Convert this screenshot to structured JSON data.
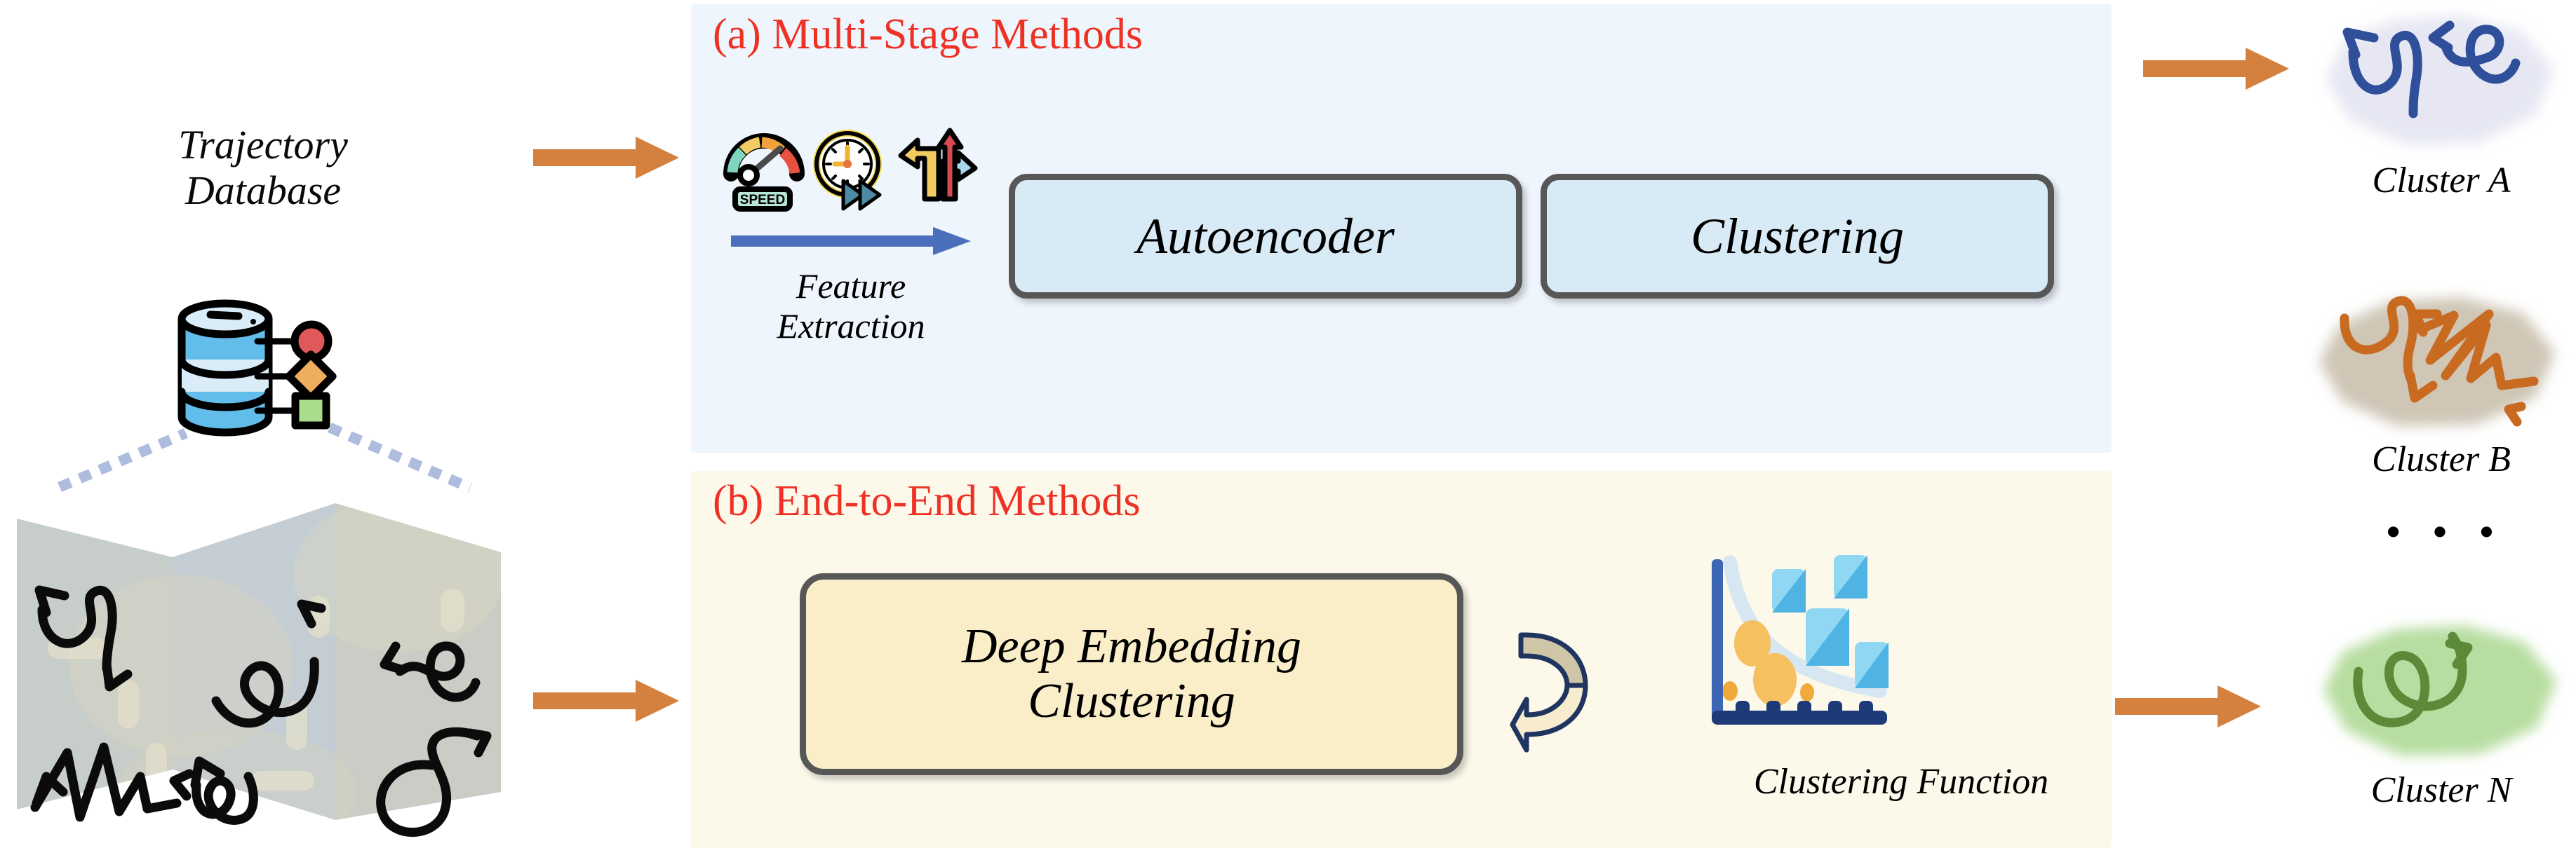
{
  "figure": {
    "type": "pipeline-diagram",
    "description": "Comparison of multi-stage and end-to-end deep trajectory clustering methods"
  },
  "input": {
    "label_line1": "Trajectory",
    "label_line2": "Database",
    "database_icon": "database-cylinder-icon",
    "database_markers": [
      "red-circle",
      "orange-diamond",
      "green-square"
    ],
    "map_icon": "folded-map-icon",
    "map_trajectory_count": 6,
    "connector": "dotted-connector"
  },
  "panels": [
    {
      "id": "a",
      "title": "(a) Multi-Stage Methods",
      "background": "#eef5fc",
      "icons": [
        "speedometer-icon",
        "clock-fastforward-icon",
        "direction-arrows-icon"
      ],
      "speed_badge": "SPEED",
      "feature_arrow": "feature-extraction-arrow",
      "feature_label_line1": "Feature",
      "feature_label_line2": "Extraction",
      "stages": [
        {
          "label": "Autoencoder",
          "fill": "#d7eaf6"
        },
        {
          "label": "Clustering",
          "fill": "#d7eaf6"
        }
      ]
    },
    {
      "id": "b",
      "title": "(b)  End-to-End Methods",
      "background": "#fcf8ea",
      "stage_line1": "Deep Embedding",
      "stage_line2": "Clustering",
      "stage_fill": "#faeec8",
      "loop_arrow": "loop-back-arrow",
      "chart_icon": "clustering-function-chart-icon",
      "chart_caption": "Clustering Function"
    }
  ],
  "output": {
    "clusters": [
      {
        "label": "Cluster A",
        "blob_color": "#e6e7f3",
        "stroke_color": "#2f4f9b"
      },
      {
        "label": "Cluster B",
        "blob_color": "#cfc6b6",
        "stroke_color": "#c96a21"
      },
      {
        "label": "Cluster N",
        "blob_color": "#b7dda0",
        "stroke_color": "#5c8a39"
      }
    ],
    "ellipsis": "•  •  •"
  },
  "colors": {
    "title_red": "#ee3124",
    "flow_arrow_orange": "#d4813f",
    "feature_arrow_blue": "#4a6fbb",
    "box_border_gray": "#575757",
    "panel_a_bg": "#eef5fc",
    "panel_b_bg": "#fcf8ea"
  },
  "chart_data": {
    "type": "scatter",
    "title": "Clustering Function",
    "xlabel": "",
    "ylabel": "",
    "grid": false,
    "legend": "none",
    "series": [
      {
        "name": "blue-squares",
        "marker": "square",
        "color": "#56b7e8",
        "points": [
          [
            0.55,
            0.86
          ],
          [
            0.78,
            0.92
          ],
          [
            0.68,
            0.55
          ],
          [
            0.88,
            0.44
          ]
        ]
      },
      {
        "name": "orange-ellipses",
        "marker": "ellipse",
        "color": "#f0a93c",
        "points": [
          [
            0.18,
            0.47
          ],
          [
            0.32,
            0.26
          ],
          [
            0.09,
            0.18
          ],
          [
            0.43,
            0.17
          ]
        ]
      },
      {
        "name": "decay-curve",
        "marker": "line",
        "color": "#d7e7f2",
        "points": [
          [
            0.05,
            1.0
          ],
          [
            0.35,
            0.62
          ],
          [
            0.6,
            0.37
          ],
          [
            1.0,
            0.2
          ]
        ]
      }
    ],
    "axis_ticks": 5
  }
}
